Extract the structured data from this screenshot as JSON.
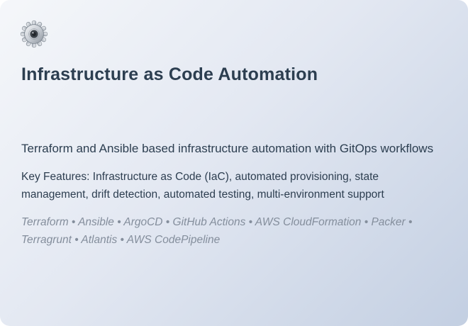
{
  "card": {
    "title": "Infrastructure as Code Automation",
    "description": "Terraform and Ansible based infrastructure automation with GitOps workflows",
    "key_features": "Key Features: Infrastructure as Code (IaC), automated provisioning, state management, drift detection, automated testing, multi-environment support",
    "technologies": "Terraform • Ansible • ArgoCD • GitHub Actions • AWS CloudFormation • Packer • Terragrunt • Atlantis • AWS CodePipeline",
    "technologies_list": [
      "Terraform",
      "Ansible",
      "ArgoCD",
      "GitHub Actions",
      "AWS CloudFormation",
      "Packer",
      "Terragrunt",
      "Atlantis",
      "AWS CodePipeline"
    ],
    "icon": "gear-icon",
    "colors": {
      "background_gradient_start": "#f5f7fa",
      "background_gradient_end": "#c3cfe2",
      "title_text": "#2c3e50",
      "body_text": "#2d3e50",
      "technologies_text": "#848e9c"
    }
  }
}
